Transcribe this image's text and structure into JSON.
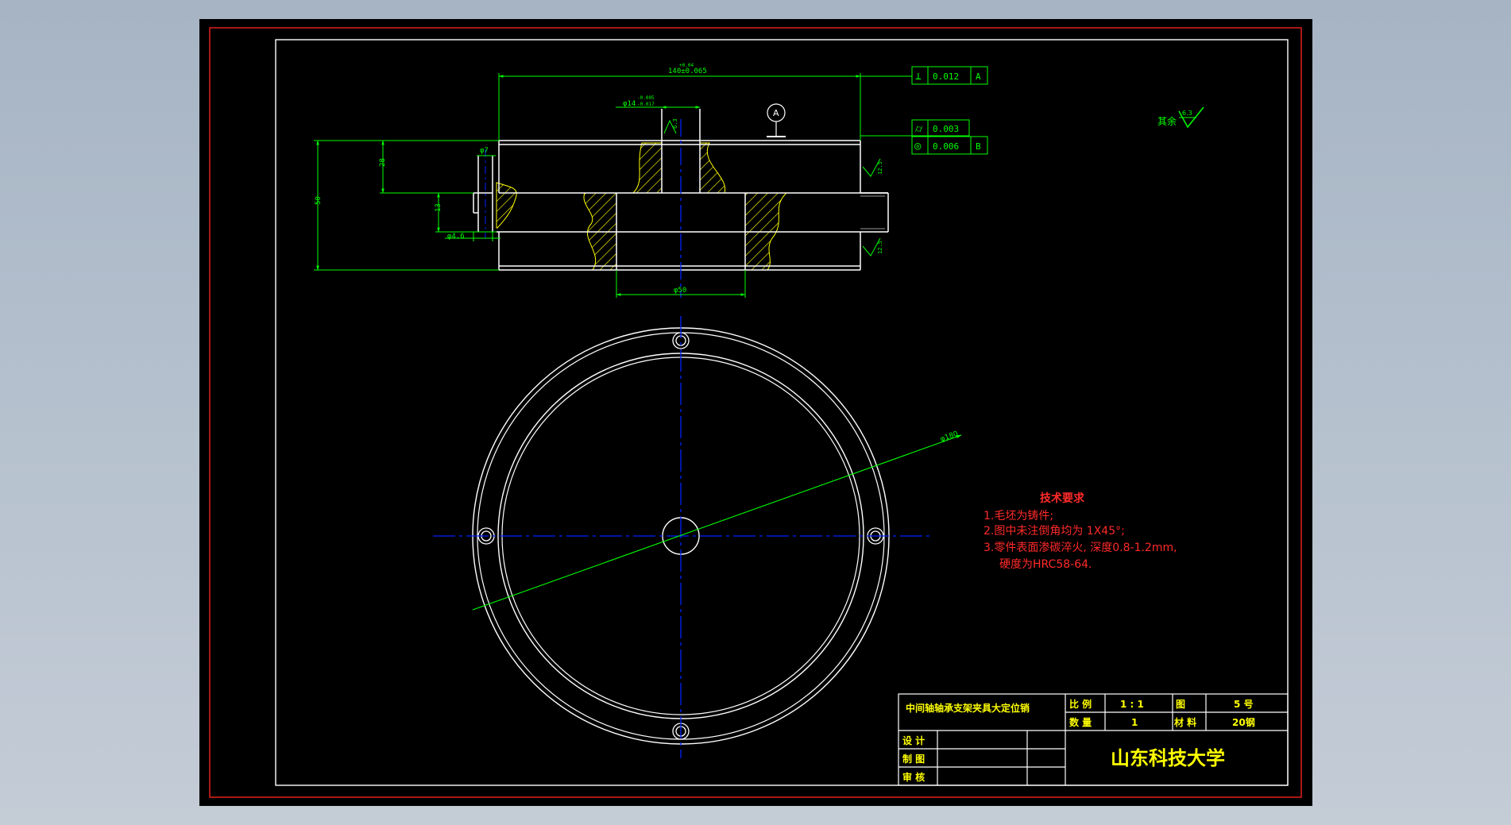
{
  "drawing": {
    "colors": {
      "background": "#b1bdca",
      "sheet": "#000000",
      "border_red": "#e0201e",
      "frame_white": "#ffffff",
      "dimension_green": "#00ff00",
      "center_blue": "#0022ff",
      "hatch_yellow": "#ffff00",
      "notes_red": "#ff2a2a"
    },
    "section_view": {
      "dims": {
        "d140": "140±0.065",
        "d140_tol": "+0.04",
        "d14": "φ14",
        "d14_tol_upper": "-0.005",
        "d14_tol_lower": "-0.017",
        "d7": "φ7",
        "d46": "φ4.6",
        "d50": "φ50",
        "h50": "50",
        "h28": "28",
        "h13": "13"
      },
      "datum": "A",
      "roughness_12_5": "12.5",
      "roughness_6_3": "6.3"
    },
    "gdt": {
      "perp_symbol": "⊥",
      "perp_value": "0.012",
      "perp_datum": "A",
      "cyl_symbol": "⌭",
      "cyl_value": "0.003",
      "conc_symbol": "◎",
      "conc_value": "0.006",
      "conc_datum": "B"
    },
    "rest_roughness": {
      "label": "其余",
      "value": "6.3"
    },
    "plan_view": {
      "diameter_label": "φ180"
    },
    "tech_requirements": {
      "title": "技术要求",
      "items": [
        "1.毛坯为铸件;",
        "2.图中未注倒角均为 1X45°;",
        "3.零件表面渗碳淬火, 深度0.8-1.2mm,",
        "硬度为HRC58-64."
      ]
    },
    "title_block": {
      "part_name": "中间轴轴承支架夹具大定位销",
      "scale_label": "比 例",
      "scale_value": "1 : 1",
      "sheet_label": "图",
      "sheet_value": "5 号",
      "qty_label": "数 量",
      "qty_value": "1",
      "material_label": "材 料",
      "material_value": "20钢",
      "design_label": "设 计",
      "draw_label": "制 图",
      "review_label": "审 核",
      "school": "山东科技大学"
    }
  }
}
